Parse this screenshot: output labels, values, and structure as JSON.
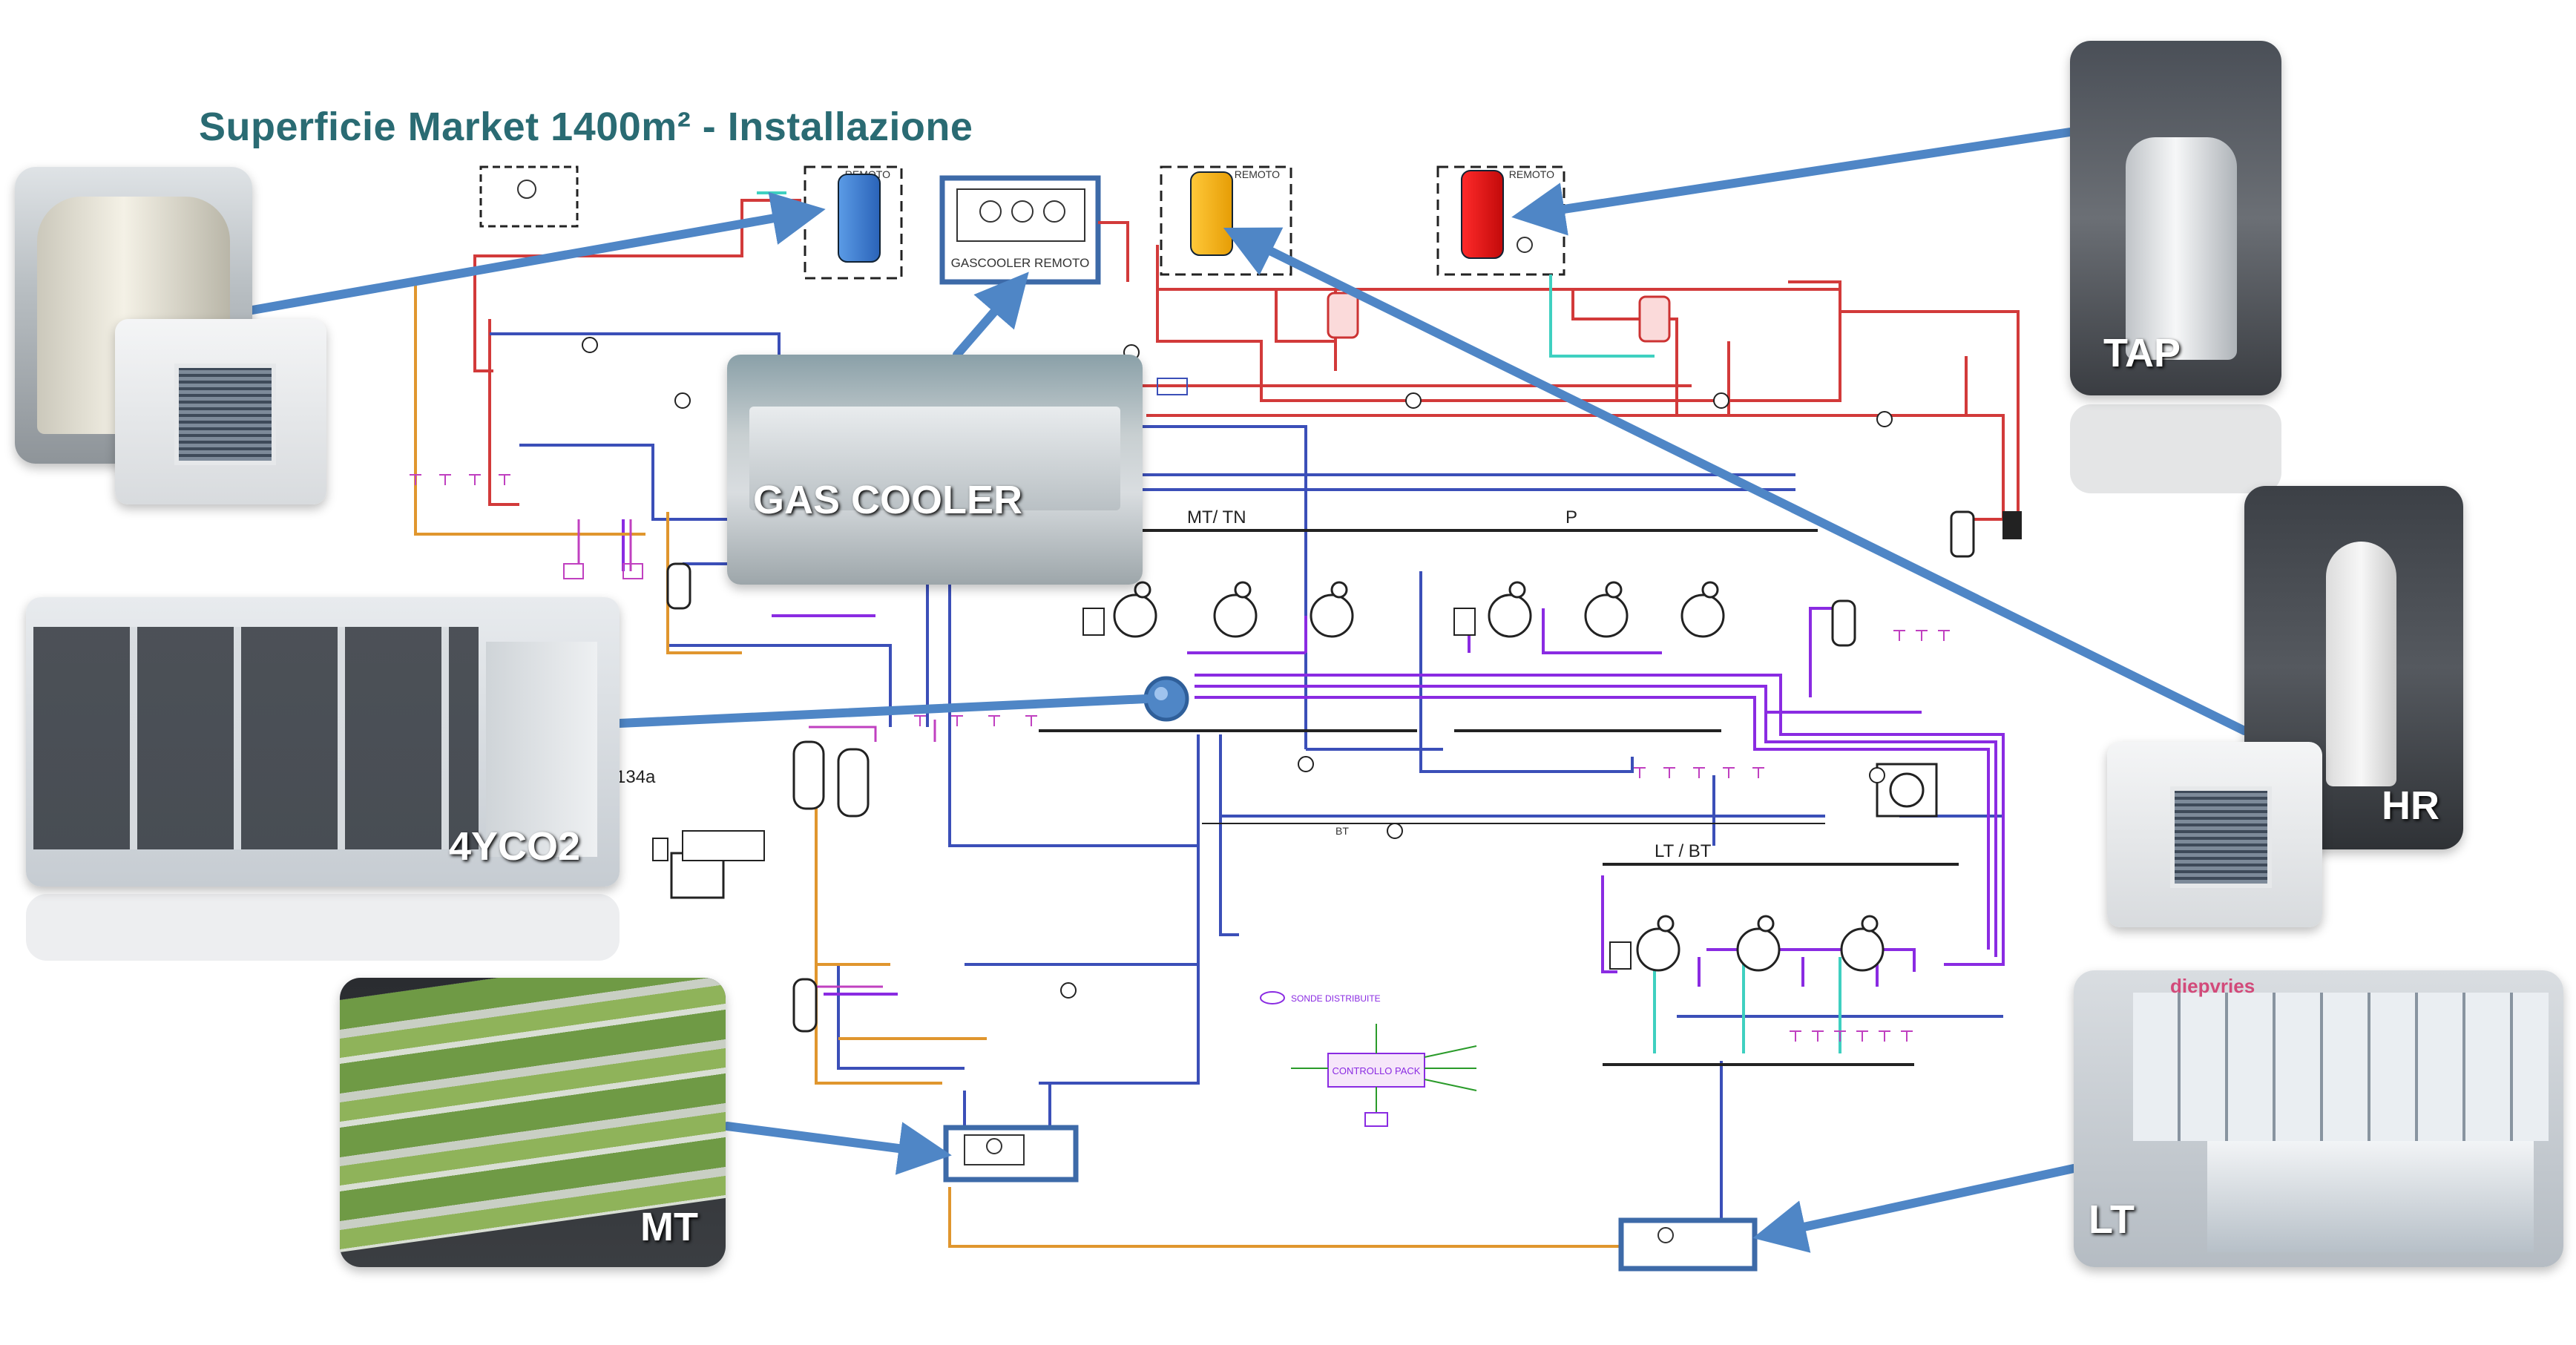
{
  "title": "Superficie Market 1400m² -  Installazione",
  "photos": {
    "gas_cooler": "GAS COOLER",
    "tap": "TAP",
    "hr": "HR",
    "co2": "4YCO2",
    "mt": "MT",
    "lt": "LT",
    "diepvries": "diepvries"
  },
  "schematic": {
    "remoto": "REMOTO",
    "gascooler_remoto": "GASCOOLER REMOTO",
    "mt_tn": "MT/ TN",
    "p": "P",
    "lt_bt": "LT / BT",
    "r134a": "134a",
    "bt": "BT",
    "controllo": "CONTROLLO PACK",
    "sonde": "SONDE DISTRIBUITE"
  },
  "colors": {
    "title": "#2a6b73",
    "arrow": "#4f86c6",
    "red_line": "#d23a3a",
    "blue_line": "#3b4fb8",
    "purple_line": "#8a2be2",
    "orange_line": "#e0962e",
    "magenta": "#c040c0",
    "cyan_line": "#3fd0c0",
    "tank_blue": "#3d7fd6",
    "tank_yellow": "#f2b216",
    "tank_red": "#e01818"
  }
}
